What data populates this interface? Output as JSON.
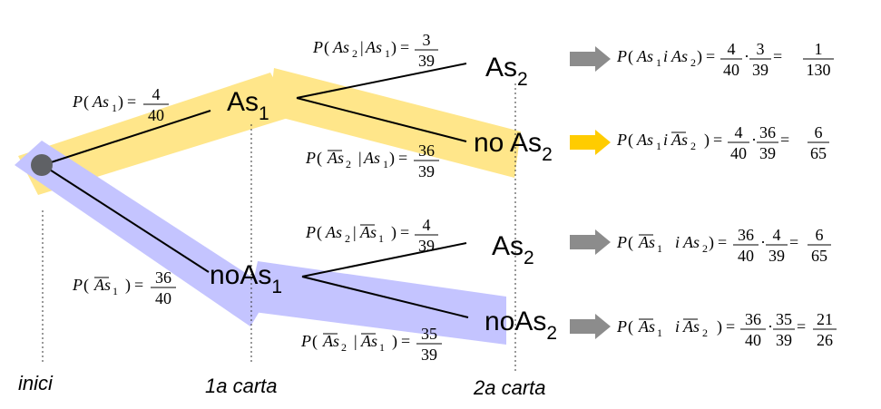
{
  "colors": {
    "yellow_band": "#ffe68a",
    "blue_band": "#c4c4ff",
    "root_node": "#5f6165",
    "gray_arrow": "#8c8c8c",
    "yellow_arrow": "#ffcc00"
  },
  "stages": {
    "start": "inici",
    "first": "1a carta",
    "second": "2a carta"
  },
  "nodes": {
    "as1": {
      "base": "As",
      "sub": "1"
    },
    "noas1": {
      "base": "noAs",
      "sub": "1"
    },
    "as2_upper": {
      "base": "As",
      "sub": "2"
    },
    "noas2_upper": {
      "base": "no As",
      "sub": "2"
    },
    "as2_lower": {
      "base": "As",
      "sub": "2"
    },
    "noas2_lower": {
      "base": "noAs",
      "sub": "2"
    }
  },
  "probabilities": {
    "p_as1": {
      "num": "4",
      "den": "40"
    },
    "p_noas1": {
      "num": "36",
      "den": "40"
    },
    "p_as2_given_as1": {
      "num": "3",
      "den": "39"
    },
    "p_noas2_given_as1": {
      "num": "36",
      "den": "39"
    },
    "p_as2_given_noas1": {
      "num": "4",
      "den": "39"
    },
    "p_noas2_given_noas1": {
      "num": "35",
      "den": "39"
    }
  },
  "outcomes": [
    {
      "arrow": "gray-arrow",
      "f1": [
        "4",
        "40"
      ],
      "f2": [
        "3",
        "39"
      ],
      "result": [
        "1",
        "130"
      ]
    },
    {
      "arrow": "yellow-arrow",
      "f1": [
        "4",
        "40"
      ],
      "f2": [
        "36",
        "39"
      ],
      "result": [
        "6",
        "65"
      ]
    },
    {
      "arrow": "gray-arrow",
      "f1": [
        "36",
        "40"
      ],
      "f2": [
        "4",
        "39"
      ],
      "result": [
        "6",
        "65"
      ]
    },
    {
      "arrow": "gray-arrow",
      "f1": [
        "36",
        "40"
      ],
      "f2": [
        "35",
        "39"
      ],
      "result": [
        "21",
        "26"
      ]
    }
  ],
  "math_symbols": {
    "p": "P",
    "as": "As",
    "bar": "|",
    "conj": "i",
    "eq": "=",
    "dot": "·",
    "s1": "1",
    "s2": "2",
    "open": "(",
    "close": ")"
  }
}
